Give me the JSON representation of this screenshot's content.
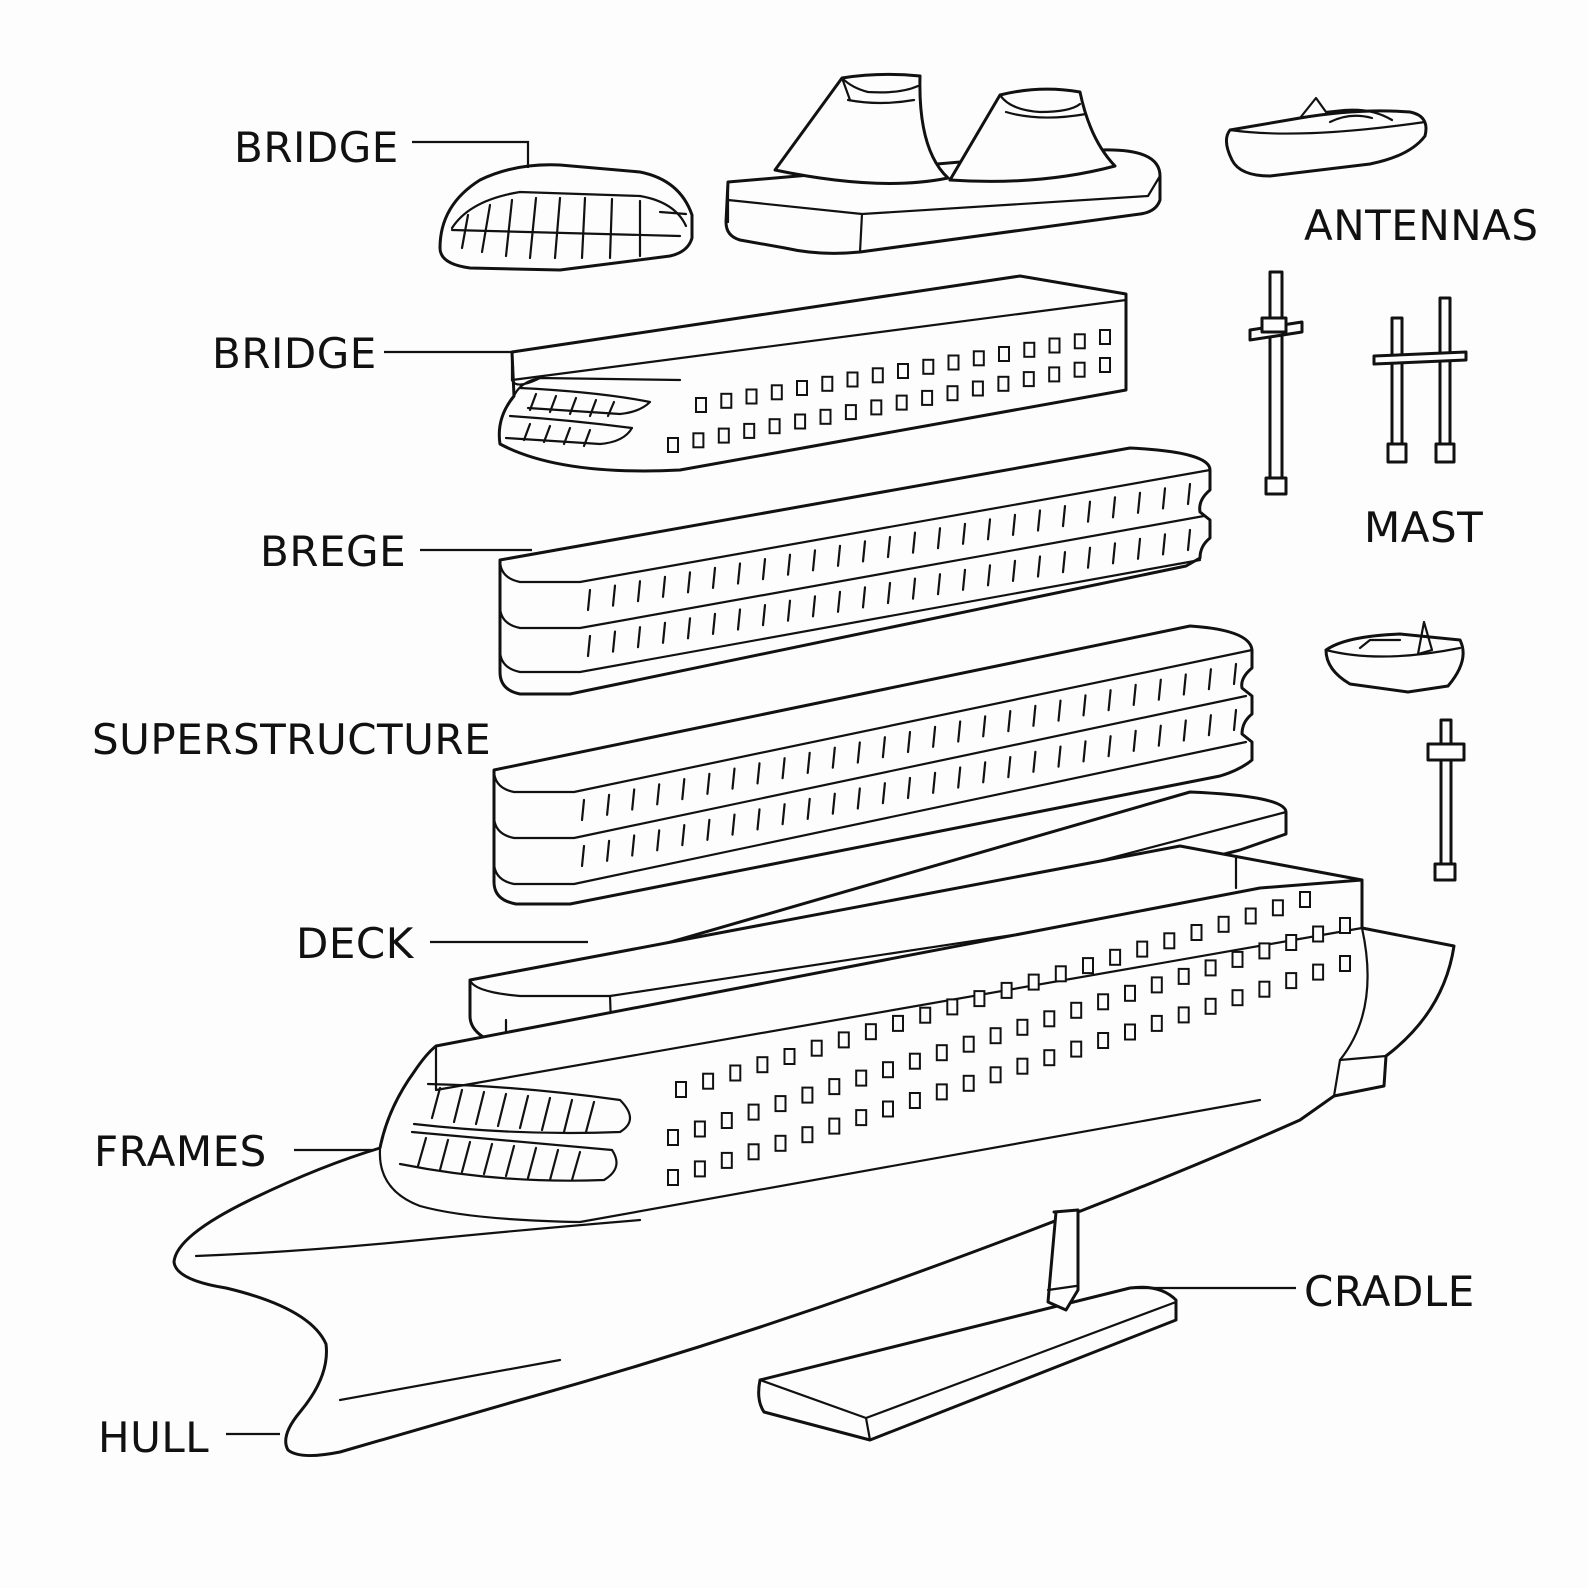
{
  "labels": {
    "bridge_top": "BRIDGE",
    "bridge_mid": "BRIDGE",
    "brege": "BREGE",
    "superstructure": "SUPERSTRUCTURE",
    "deck": "DECK",
    "frames": "FRAMES",
    "hull": "HULL",
    "antennas": "ANTENNAS",
    "mast": "MAST",
    "cradle": "CRADLE"
  },
  "colors": {
    "ink": "#111111",
    "paper": "#fdfdfd"
  },
  "parts": [
    "bridge-cap",
    "funnel-platform",
    "lifeboat-large",
    "antenna-single",
    "antenna-double",
    "lifeboat-small",
    "mast-small",
    "bridge-block",
    "deck-stack-upper",
    "deck-stack-lower",
    "deck-plate",
    "upper-superstructure",
    "hull",
    "cradle-stand"
  ]
}
